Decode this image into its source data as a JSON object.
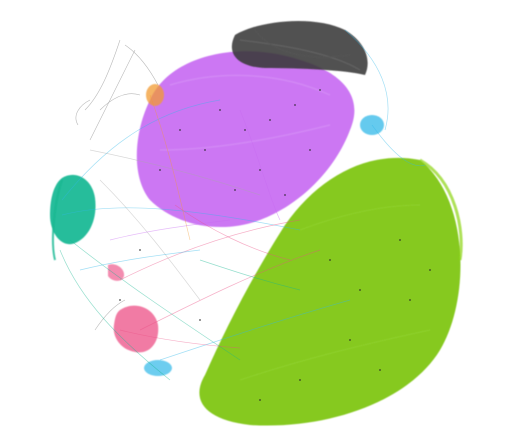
{
  "figure": {
    "kind": "network-graph",
    "background": "#ffffff"
  },
  "communities": [
    {
      "name": "green",
      "color": "#7cc50e"
    },
    {
      "name": "purple",
      "color": "#c86bf2"
    },
    {
      "name": "dark-gray",
      "color": "#3a3a3a"
    },
    {
      "name": "teal",
      "color": "#13b690"
    },
    {
      "name": "pink",
      "color": "#ec4f86"
    },
    {
      "name": "cyan",
      "color": "#30b8e8"
    },
    {
      "name": "orange",
      "color": "#f29b32"
    },
    {
      "name": "light-gray",
      "color": "#a8a8a8"
    }
  ]
}
